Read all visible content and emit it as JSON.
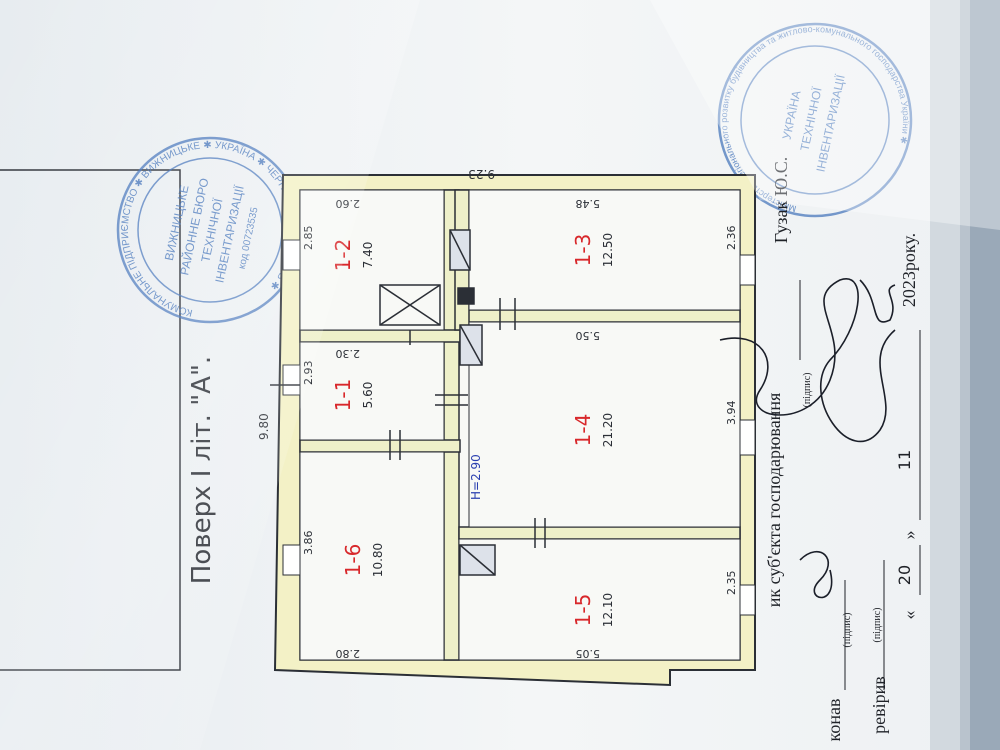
{
  "floor_title": "Поверх  I літ. \"А\".",
  "outer": {
    "top_width": "9.23",
    "left_width": "9.80"
  },
  "rooms": [
    {
      "id": "1-1",
      "area": "5.60",
      "dim_a": "2.93",
      "dim_b": "2.30"
    },
    {
      "id": "1-2",
      "area": "7.40",
      "dim_a": "2.85",
      "dim_b": "2.60"
    },
    {
      "id": "1-3",
      "area": "12.50",
      "dim_a": "2.36",
      "dim_b": "5.48"
    },
    {
      "id": "1-4",
      "area": "21.20",
      "dim_a": "3.94",
      "dim_b": "5.50"
    },
    {
      "id": "1-5",
      "area": "12.10",
      "dim_a": "2.35",
      "dim_b": "5.05"
    },
    {
      "id": "1-6",
      "area": "10.80",
      "dim_a": "3.86",
      "dim_b": "2.80"
    }
  ],
  "height_note": "Н=2.90",
  "stamp_left": {
    "lines": [
      "КОМУНАЛЬНЕ ПІДПРИЄМСТВО",
      "ВИЖНИЦЬКЕ",
      "РАЙОННЕ БЮРО",
      "ТЕХНІЧНОЇ",
      "ІНВЕНТАРИЗАЦІЇ"
    ],
    "code": "код 00723535",
    "ring": "КОМУНАЛЬНЕ ПІДПРИЄМСТВО ✱ ВИЖНИЦЬКЕ ✱ УКРАЇНА ✱ ЧЕРНІВЕЦЬКА ОБЛАСТЬ ✱"
  },
  "stamp_right": {
    "lines": [
      "УКРАЇНА",
      "ТЕХНІЧНОЇ",
      "ІНВЕНТАРИЗАЦІЇ"
    ],
    "ring": "Міністерство регіонального розвитку будівництва та житлово-комунального господарства України ✱"
  },
  "form": {
    "owner_label": "ик суб'єкта господарювання",
    "owner_name": "Гузак Ю.С.",
    "performed_label": "конав",
    "checked_label": "ревірив",
    "signature_hint_1": "(підпис)",
    "signature_hint_2": "(підпис)",
    "signature_hint_3": "(підпис)",
    "date_day": "20",
    "date_month": "11",
    "date_year_suffix": "2023року.",
    "quote_open": "«",
    "quote_close": "»"
  }
}
